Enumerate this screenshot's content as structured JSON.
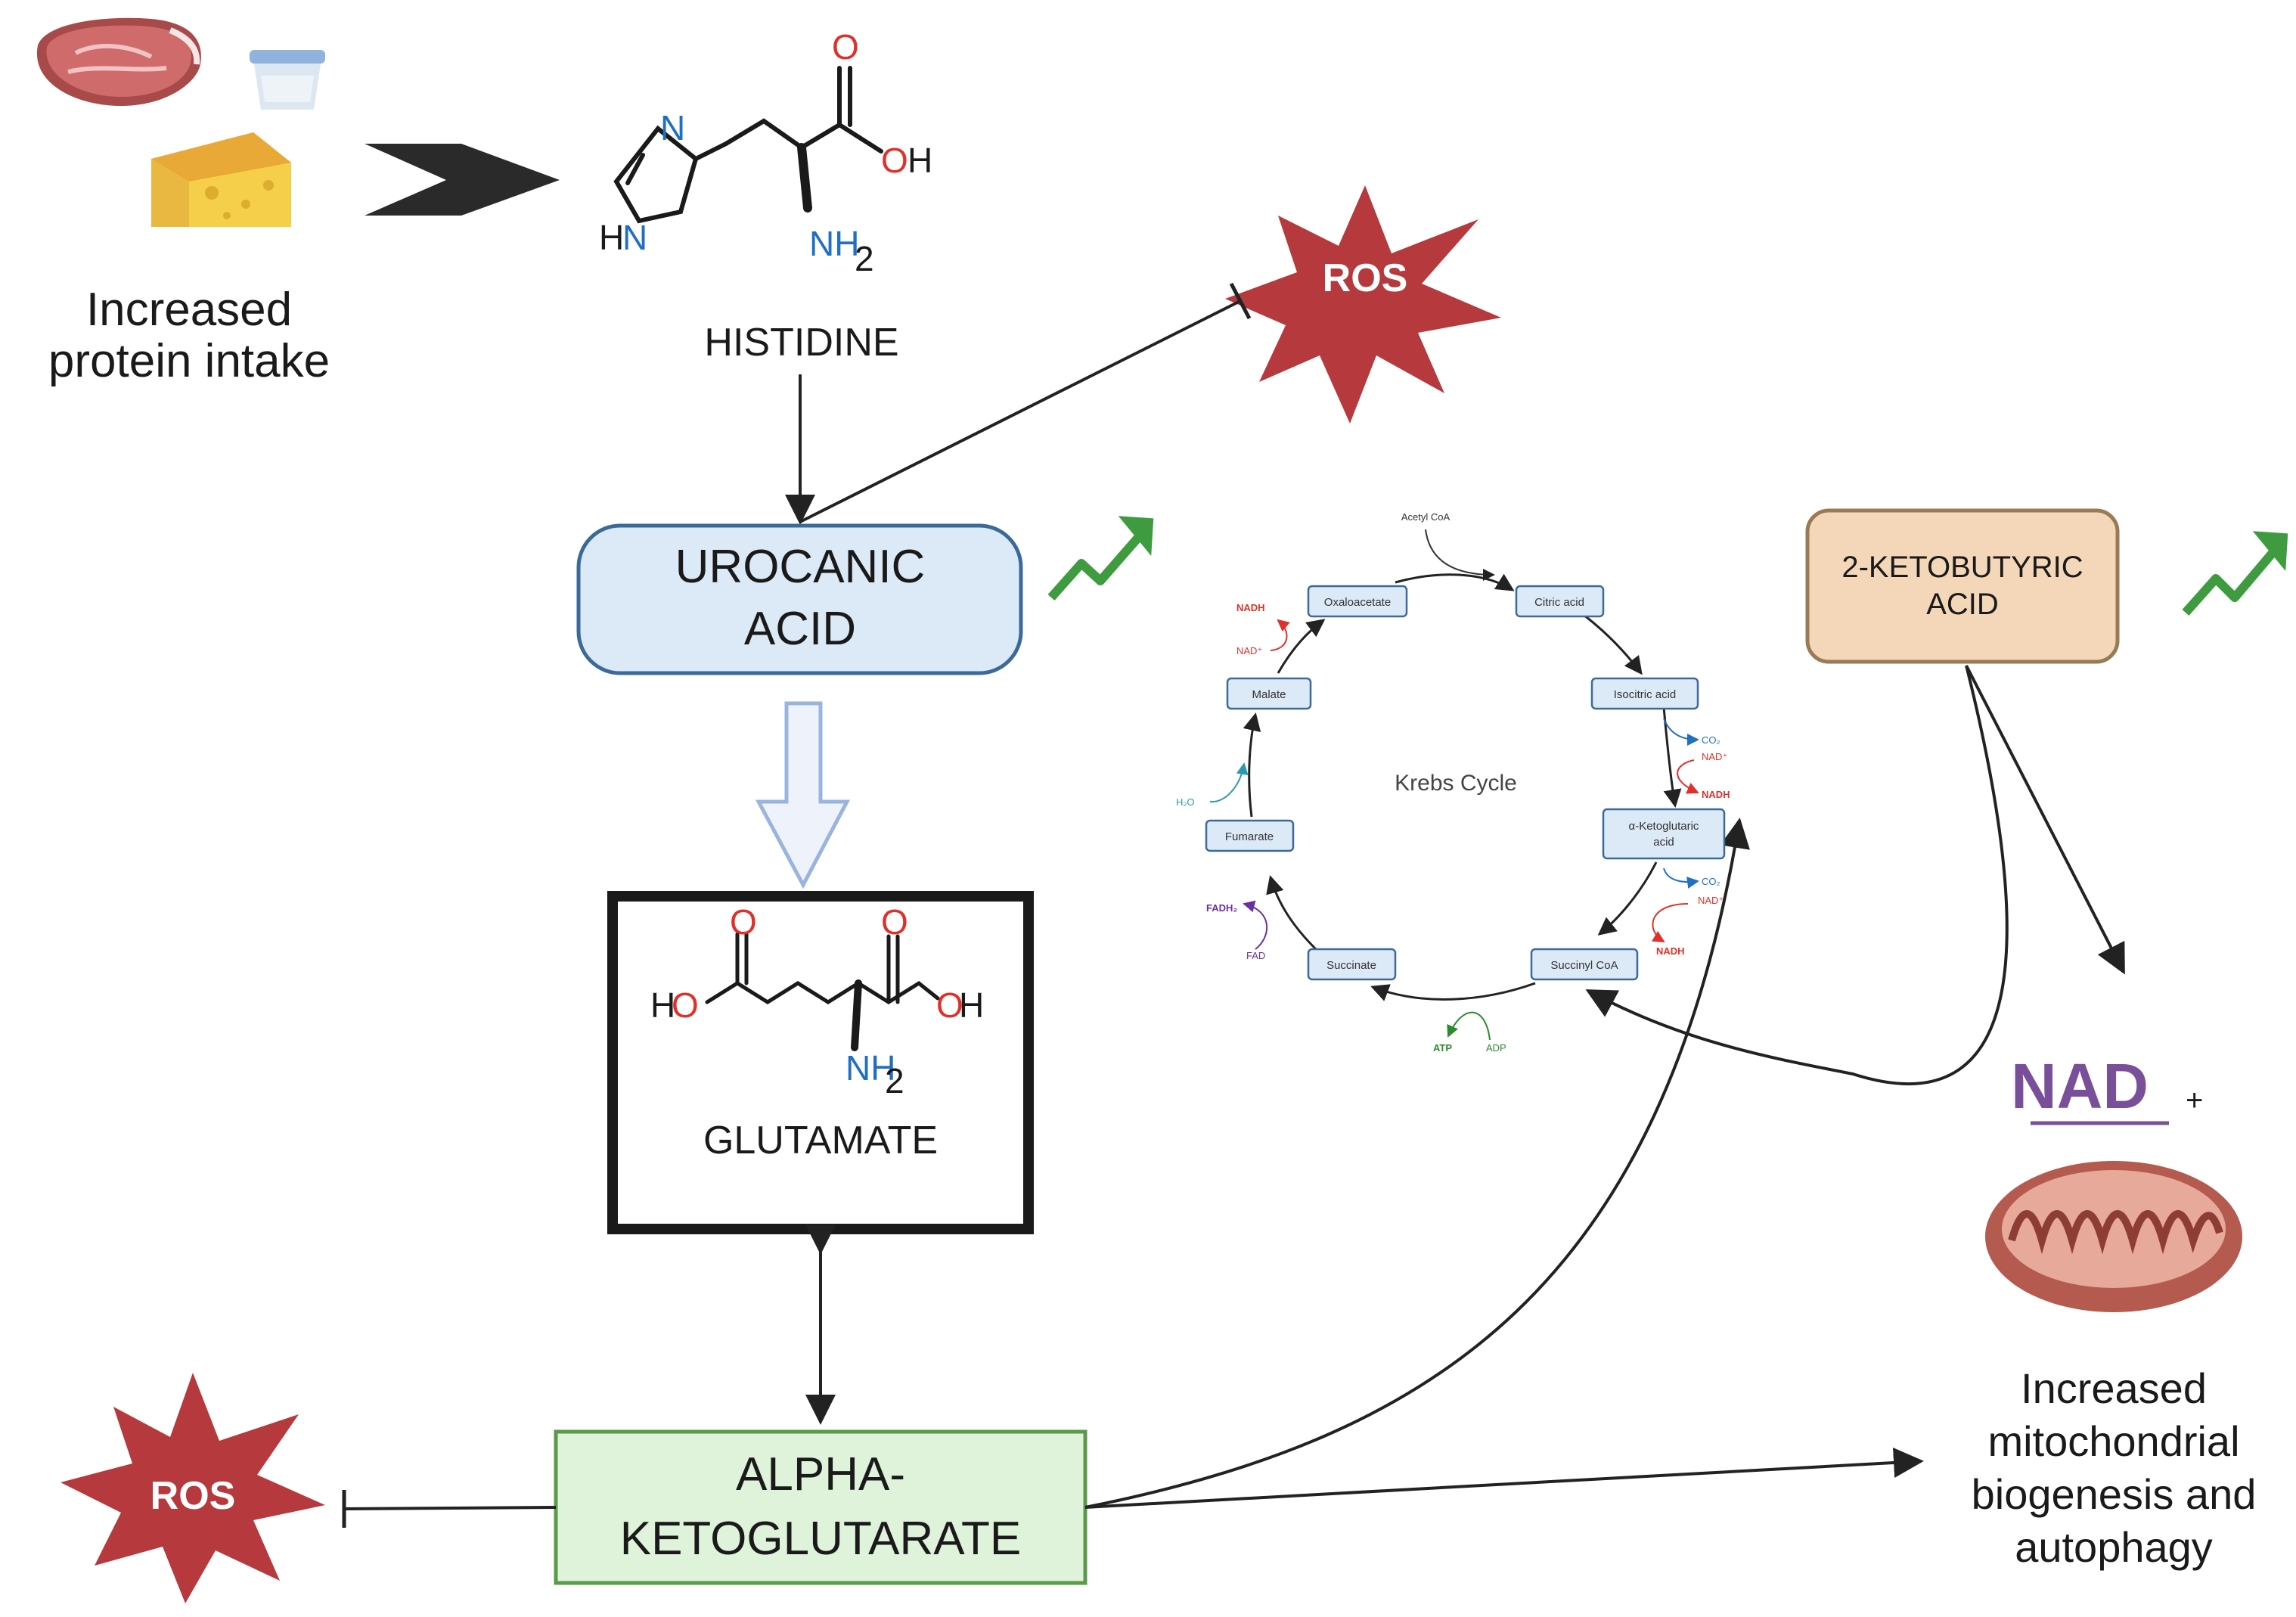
{
  "intake": {
    "line1": "Increased",
    "line2": "protein intake"
  },
  "histidine": {
    "name": "HISTIDINE",
    "o": "O",
    "oh": "OH",
    "n": "N",
    "hn": "HN",
    "nh2": "NH",
    "sub2": "2"
  },
  "urocanic": {
    "line1": "UROCANIC",
    "line2": "ACID"
  },
  "glutamate": {
    "name": "GLUTAMATE",
    "ho": "HO",
    "oh": "OH",
    "o1": "O",
    "o2": "O",
    "nh2": "NH",
    "sub2": "2"
  },
  "akg": {
    "line1": "ALPHA-",
    "line2": "KETOGLUTARATE"
  },
  "ros_top": "ROS",
  "ros_bottom": "ROS",
  "ketobutyric": {
    "line1": "2-KETOBUTYRIC",
    "line2": "ACID"
  },
  "nad": {
    "main": "NAD",
    "sup": "+"
  },
  "outcome": {
    "line1": "Increased",
    "line2": "mitochondrial",
    "line3": "biogenesis and",
    "line4": "autophagy"
  },
  "krebs": {
    "title": "Krebs Cycle",
    "acetyl": "Acetyl CoA",
    "nodes": {
      "citric": "Citric acid",
      "isocitric": "Isocitric acid",
      "akg_1": "α-Ketoglutaric",
      "akg_2": "acid",
      "succinyl": "Succinyl CoA",
      "succinate": "Succinate",
      "fumarate": "Fumarate",
      "malate": "Malate",
      "oxalo": "Oxaloacetate"
    },
    "cofactors": {
      "co2_a": "CO₂",
      "nadp_a": "NAD⁺",
      "nadh_a": "NADH",
      "co2_b": "CO₂",
      "nadp_b": "NAD⁺",
      "nadh_b": "NADH",
      "atp": "ATP",
      "adp": "ADP",
      "fadh2": "FADH₂",
      "fad": "FAD",
      "h2o": "H₂O",
      "nadh_c": "NADH",
      "nadp_c": "NAD⁺"
    }
  },
  "colors": {
    "urocanic_fill": "#dce9f7",
    "urocanic_stroke": "#3b6a9a",
    "akg_fill": "#dff2da",
    "akg_stroke": "#5a9a4a",
    "keto_fill": "#f3d7b8",
    "keto_stroke": "#9a7a55",
    "ros_fill": "#b5393d",
    "nad": "#7a4f9a",
    "trend": "#3f9b3f",
    "oxygen": "#e0302a",
    "nitrogen": "#1f6fc4"
  }
}
